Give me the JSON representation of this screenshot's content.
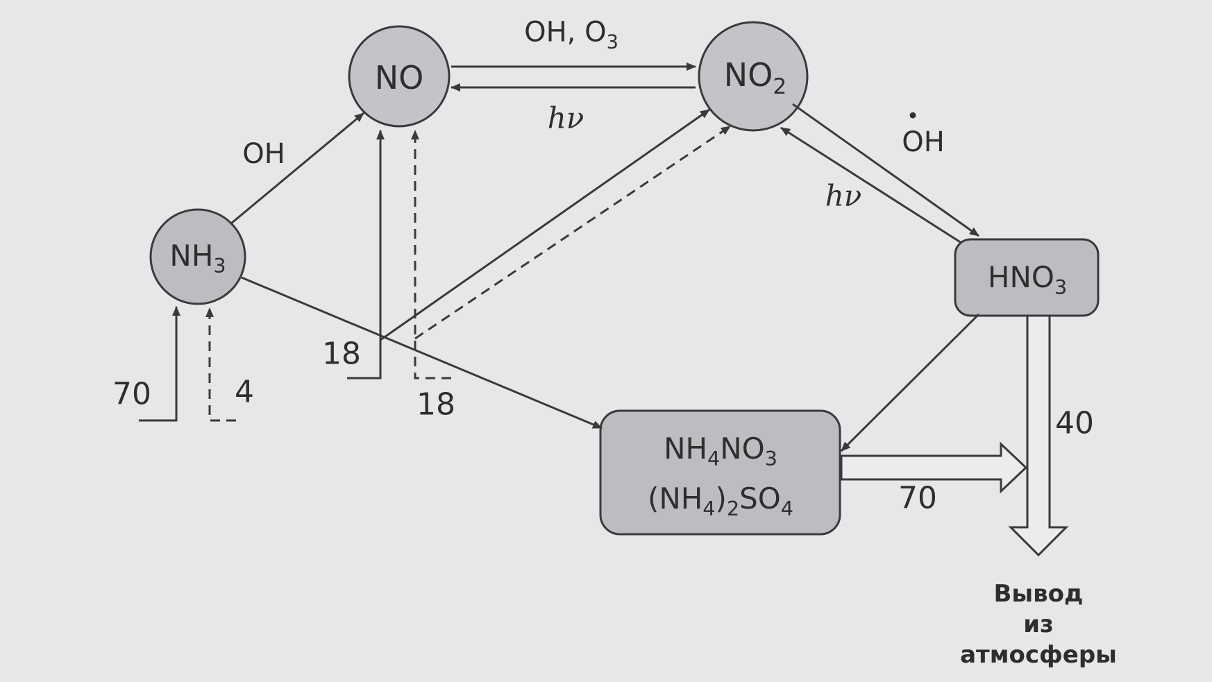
{
  "nodes": {
    "nh3": {
      "main": "NH",
      "sub": "3"
    },
    "no": {
      "main": "NO"
    },
    "no2": {
      "main": "NO",
      "sub": "2"
    },
    "hno3": {
      "main": "HNO",
      "sub": "3"
    },
    "salts": {
      "line1": {
        "a": "NH",
        "a_sub": "4",
        "b": "NO",
        "b_sub": "3"
      },
      "line2": {
        "a": "(NH",
        "a_sub": "4",
        "b": ")",
        "b_sub": "2",
        "c": "SO",
        "c_sub": "4"
      }
    }
  },
  "labels": {
    "oh_o3": {
      "a": "OH, O",
      "sub": "3"
    },
    "hv_top": "hν",
    "oh_radical": "OH",
    "oh_radical_dot": "•",
    "hv_right": "hν",
    "oh_left": "OH"
  },
  "numbers": {
    "n70_left": "70",
    "n4": "4",
    "n18_left": "18",
    "n18_right": "18",
    "n40": "40",
    "n70_bottom": "70"
  },
  "output": {
    "line1": "Вывод",
    "line2": "из атмосферы"
  },
  "colors": {
    "node_fill": "#bdbdc1",
    "stroke": "#3a3a3a",
    "background": "#e7e6e9",
    "bg_text": "#c8c7cc"
  }
}
